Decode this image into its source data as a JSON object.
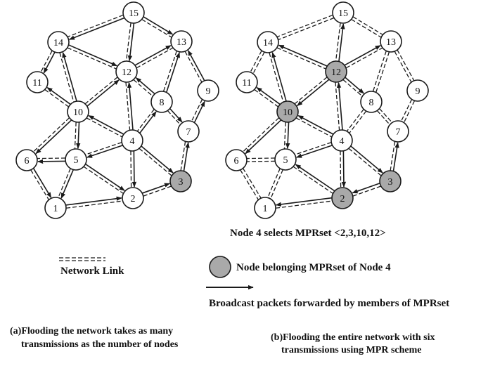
{
  "diagram": {
    "nodes": [
      "1",
      "2",
      "3",
      "4",
      "5",
      "6",
      "7",
      "8",
      "9",
      "10",
      "11",
      "12",
      "13",
      "14",
      "15"
    ],
    "links": [
      [
        "15",
        "14"
      ],
      [
        "15",
        "12"
      ],
      [
        "15",
        "13"
      ],
      [
        "14",
        "12"
      ],
      [
        "14",
        "11"
      ],
      [
        "14",
        "10"
      ],
      [
        "12",
        "13"
      ],
      [
        "12",
        "8"
      ],
      [
        "12",
        "10"
      ],
      [
        "12",
        "4"
      ],
      [
        "13",
        "8"
      ],
      [
        "13",
        "9"
      ],
      [
        "11",
        "10"
      ],
      [
        "10",
        "6"
      ],
      [
        "10",
        "5"
      ],
      [
        "10",
        "4"
      ],
      [
        "8",
        "4"
      ],
      [
        "8",
        "7"
      ],
      [
        "9",
        "7"
      ],
      [
        "7",
        "3"
      ],
      [
        "4",
        "5"
      ],
      [
        "4",
        "2"
      ],
      [
        "4",
        "3"
      ],
      [
        "5",
        "6"
      ],
      [
        "5",
        "1"
      ],
      [
        "5",
        "2"
      ],
      [
        "6",
        "1"
      ],
      [
        "1",
        "2"
      ],
      [
        "2",
        "3"
      ]
    ],
    "panel_a": {
      "mpr_nodes": [
        "3"
      ],
      "forward": [
        [
          "15",
          "14"
        ],
        [
          "15",
          "12"
        ],
        [
          "15",
          "13"
        ],
        [
          "14",
          "12"
        ],
        [
          "14",
          "11"
        ],
        [
          "10",
          "14"
        ],
        [
          "12",
          "13"
        ],
        [
          "8",
          "12"
        ],
        [
          "10",
          "12"
        ],
        [
          "4",
          "12"
        ],
        [
          "8",
          "13"
        ],
        [
          "9",
          "13"
        ],
        [
          "10",
          "11"
        ],
        [
          "10",
          "6"
        ],
        [
          "10",
          "5"
        ],
        [
          "4",
          "10"
        ],
        [
          "4",
          "8"
        ],
        [
          "8",
          "7"
        ],
        [
          "7",
          "9"
        ],
        [
          "3",
          "7"
        ],
        [
          "4",
          "5"
        ],
        [
          "4",
          "2"
        ],
        [
          "4",
          "3"
        ],
        [
          "5",
          "6"
        ],
        [
          "5",
          "1"
        ],
        [
          "5",
          "2"
        ],
        [
          "6",
          "1"
        ],
        [
          "1",
          "2"
        ],
        [
          "2",
          "3"
        ]
      ]
    },
    "panel_b": {
      "mpr_nodes": [
        "2",
        "3",
        "10",
        "12"
      ],
      "forward": [
        [
          "12",
          "15"
        ],
        [
          "12",
          "13"
        ],
        [
          "12",
          "8"
        ],
        [
          "12",
          "14"
        ],
        [
          "10",
          "12"
        ],
        [
          "4",
          "12"
        ],
        [
          "10",
          "14"
        ],
        [
          "10",
          "11"
        ],
        [
          "10",
          "6"
        ],
        [
          "10",
          "5"
        ],
        [
          "4",
          "10"
        ],
        [
          "12",
          "10"
        ],
        [
          "4",
          "5"
        ],
        [
          "4",
          "2"
        ],
        [
          "4",
          "3"
        ],
        [
          "3",
          "7"
        ],
        [
          "3",
          "2"
        ],
        [
          "2",
          "5"
        ],
        [
          "2",
          "1"
        ]
      ]
    }
  },
  "labels": {
    "mpr_selection": "Node 4 selects MPRset <2,3,10,12>",
    "legend_link": "Network Link",
    "legend_mpr_node": "Node belonging MPRset of Node 4",
    "legend_forward": "Broadcast packets forwarded by members of MPRset",
    "caption_a_line1": "(a)Flooding the network takes as many",
    "caption_a_line2": "transmissions as the number of nodes",
    "caption_b_line1": "(b)Flooding the entire network with six",
    "caption_b_line2": "transmissions using MPR scheme"
  }
}
